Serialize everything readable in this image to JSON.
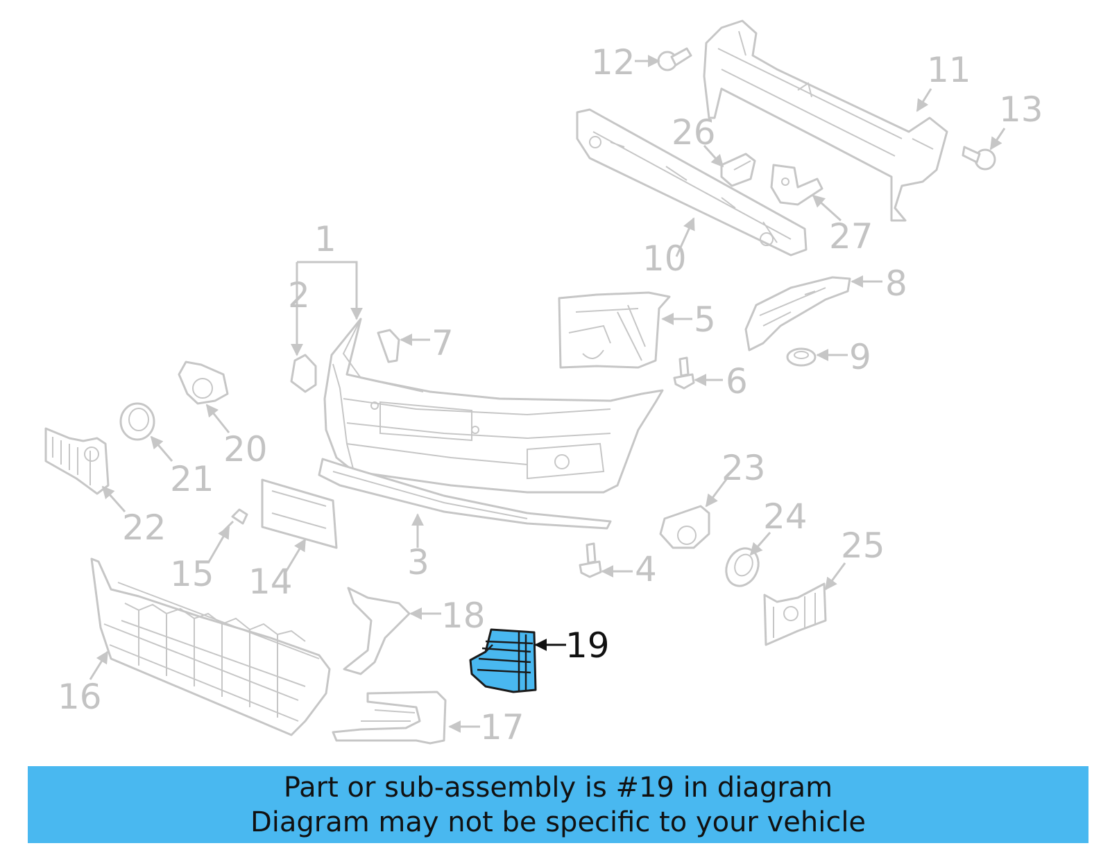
{
  "diagram": {
    "callouts": {
      "c1": "1",
      "c2": "2",
      "c3": "3",
      "c4": "4",
      "c5": "5",
      "c6": "6",
      "c7": "7",
      "c8": "8",
      "c9": "9",
      "c10": "10",
      "c11": "11",
      "c12": "12",
      "c13": "13",
      "c14": "14",
      "c15": "15",
      "c16": "16",
      "c17": "17",
      "c18": "18",
      "c19": "19",
      "c20": "20",
      "c21": "21",
      "c22": "22",
      "c23": "23",
      "c24": "24",
      "c25": "25",
      "c26": "26",
      "c27": "27"
    },
    "highlighted_part": "19",
    "highlight_color": "#49b8f0",
    "part_line_color": "#c6c6c6"
  },
  "banner": {
    "line1": "Part or sub-assembly is #19 in diagram",
    "line2": "Diagram may not be specific to your vehicle",
    "background": "#49b8f0"
  }
}
